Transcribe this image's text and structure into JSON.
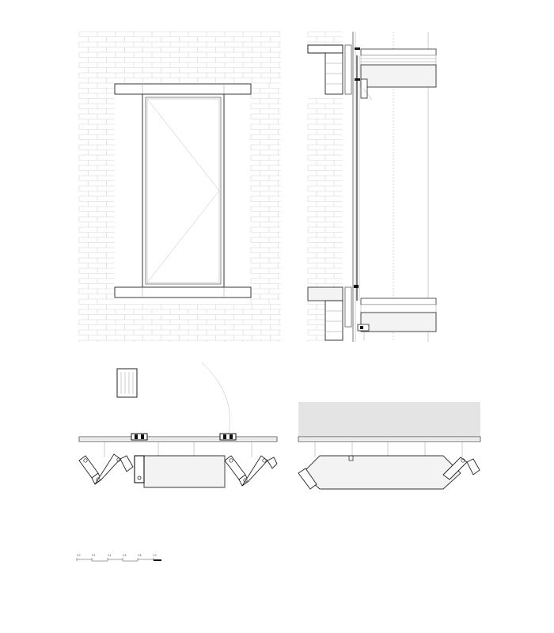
{
  "drawing": {
    "title": "",
    "sheet_background": "#ffffff",
    "line_color": "#222222",
    "hatch_color": "#d4d4d4",
    "ceiling_fill": "#e4e4e4"
  },
  "scale_bar": {
    "labels": [
      "0.0",
      "0.2",
      "0.4",
      "0.6",
      "0.8",
      "1.0"
    ]
  }
}
